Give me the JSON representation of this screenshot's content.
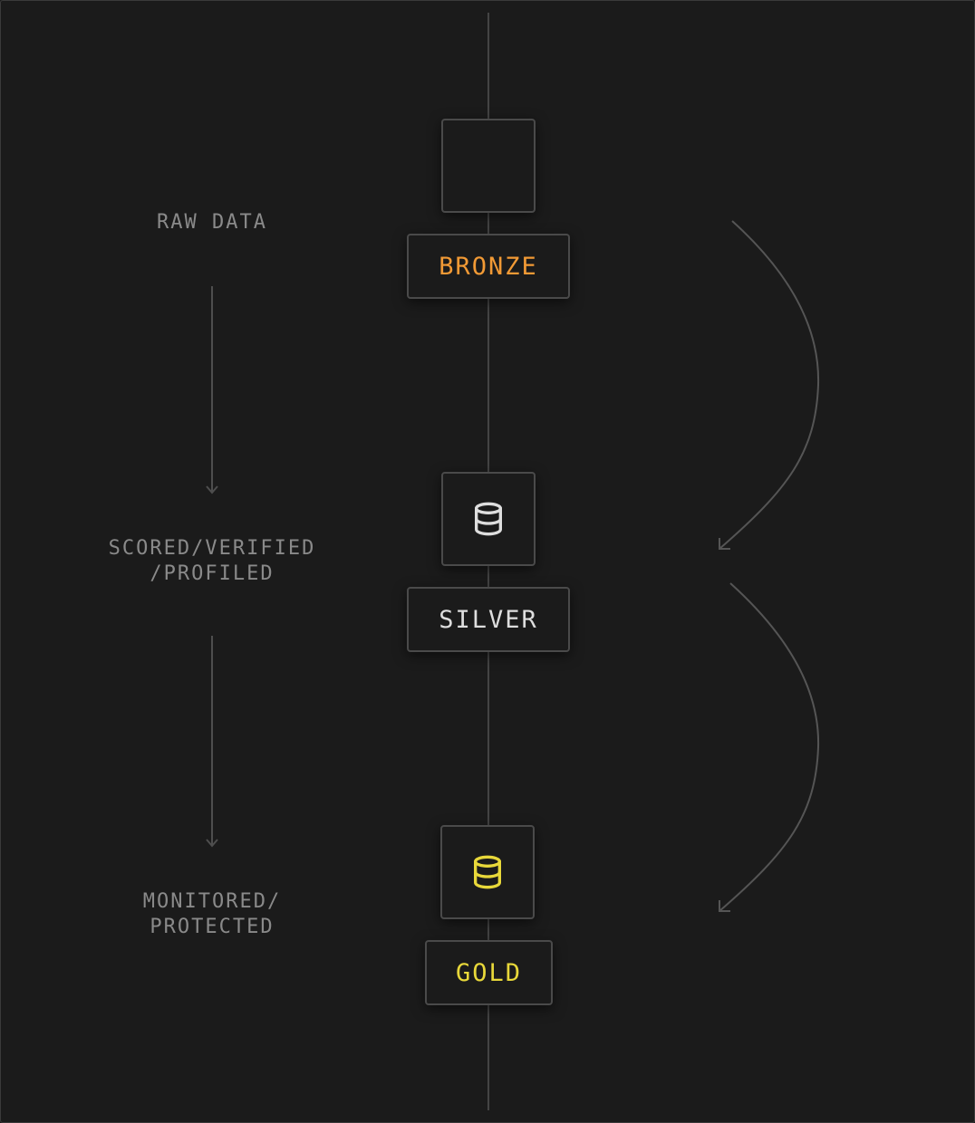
{
  "stages": [
    {
      "label": "BRONZE",
      "color": "#f29a35",
      "icon": "database-icon"
    },
    {
      "label": "SILVER",
      "color": "#dedede",
      "icon": "database-icon"
    },
    {
      "label": "GOLD",
      "color": "#e8d83a",
      "icon": "database-icon"
    }
  ],
  "descriptions": [
    {
      "lines": [
        "RAW DATA"
      ]
    },
    {
      "lines": [
        "SCORED/VERIFIED",
        "/PROFILED"
      ]
    },
    {
      "lines": [
        "MONITORED/",
        "PROTECTED"
      ]
    }
  ],
  "colors": {
    "background": "#1b1b1b",
    "border": "#4a4a4a",
    "line": "#4a4a4a",
    "muted_text": "#8a8a8a"
  }
}
